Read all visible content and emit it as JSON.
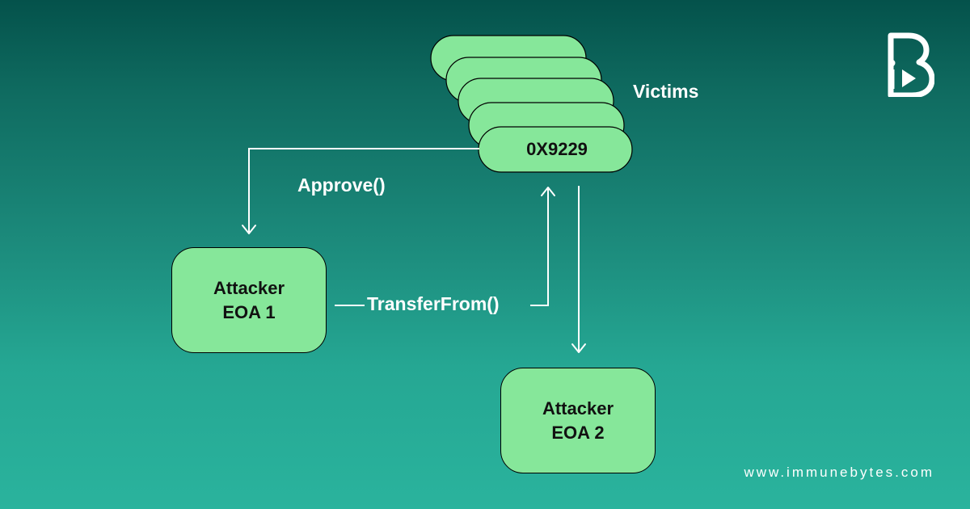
{
  "colors": {
    "background_top": "#04524b",
    "background_bottom": "#2ab39d",
    "node_fill": "#86e79a",
    "line": "#ffffff"
  },
  "victims": {
    "title": "Victims",
    "address": "0X9229",
    "stack_count": 5
  },
  "nodes": {
    "attacker1": {
      "line1": "Attacker",
      "line2": "EOA 1"
    },
    "attacker2": {
      "line1": "Attacker",
      "line2": "EOA 2"
    }
  },
  "edges": {
    "approve": "Approve()",
    "transfer_from": "TransferFrom()"
  },
  "brand": {
    "website": "www.immunebytes.com",
    "logo_icon": "immunebytes-logo-icon"
  }
}
